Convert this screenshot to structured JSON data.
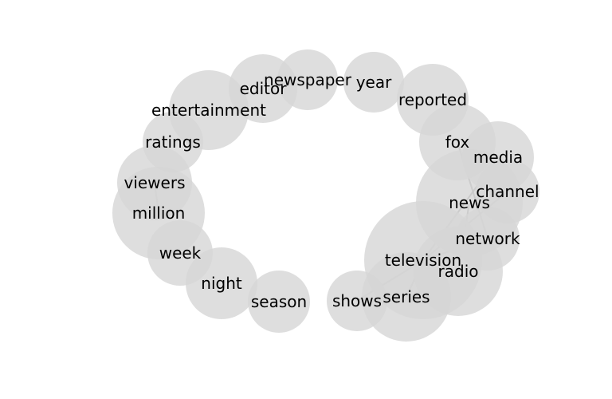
{
  "diagram": {
    "type": "word-network",
    "nodes": [
      {
        "id": "newspaper",
        "label": "newspaper"
      },
      {
        "id": "editor",
        "label": "editor"
      },
      {
        "id": "year",
        "label": "year"
      },
      {
        "id": "reported",
        "label": "reported"
      },
      {
        "id": "entertainment",
        "label": "entertainment"
      },
      {
        "id": "ratings",
        "label": "ratings"
      },
      {
        "id": "fox",
        "label": "fox"
      },
      {
        "id": "media",
        "label": "media"
      },
      {
        "id": "viewers",
        "label": "viewers"
      },
      {
        "id": "channel",
        "label": "channel"
      },
      {
        "id": "news",
        "label": "news"
      },
      {
        "id": "million",
        "label": "million"
      },
      {
        "id": "network",
        "label": "network"
      },
      {
        "id": "week",
        "label": "week"
      },
      {
        "id": "television",
        "label": "television"
      },
      {
        "id": "radio",
        "label": "radio"
      },
      {
        "id": "night",
        "label": "night"
      },
      {
        "id": "series",
        "label": "series"
      },
      {
        "id": "season",
        "label": "season"
      },
      {
        "id": "shows",
        "label": "shows"
      }
    ],
    "edges": [
      {
        "source": "viewers",
        "target": "million"
      },
      {
        "source": "fox",
        "target": "network"
      },
      {
        "source": "media",
        "target": "television"
      },
      {
        "source": "news",
        "target": "radio"
      },
      {
        "source": "television",
        "target": "radio"
      },
      {
        "source": "channel",
        "target": "television"
      },
      {
        "source": "series",
        "target": "television"
      },
      {
        "source": "shows",
        "target": "television"
      },
      {
        "source": "network",
        "target": "television"
      }
    ],
    "colors": {
      "node": "#d6d6d6",
      "edge": "#888888",
      "label": "#000000"
    }
  }
}
